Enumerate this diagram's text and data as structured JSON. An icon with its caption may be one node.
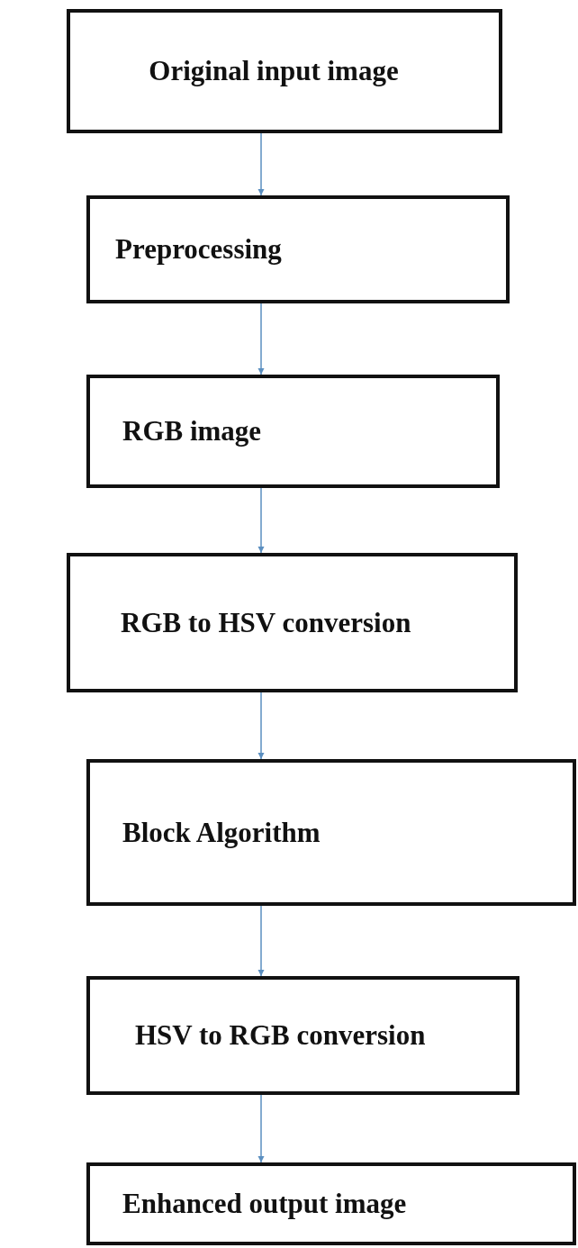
{
  "diagram": {
    "nodes": [
      {
        "text": [
          "Original input image"
        ]
      },
      {
        "text": [
          "Preprocessing"
        ]
      },
      {
        "text": [
          "RGB image"
        ]
      },
      {
        "text": [
          "RGB to HSV conversion"
        ]
      },
      {
        "text": [
          "Block Algorithm"
        ]
      },
      {
        "text": [
          "HSV to RGB conversion"
        ]
      },
      {
        "text": [
          "Enhanced output image"
        ]
      }
    ],
    "edges": [
      {
        "from": 0,
        "to": 1,
        "arrow": "to"
      },
      {
        "from": 1,
        "to": 2,
        "arrow": "to"
      },
      {
        "from": 2,
        "to": 3,
        "arrow": "to"
      },
      {
        "from": 3,
        "to": 4,
        "arrow": "to"
      },
      {
        "from": 4,
        "to": 5,
        "arrow": "to"
      },
      {
        "from": 5,
        "to": 6,
        "arrow": "to"
      }
    ]
  }
}
